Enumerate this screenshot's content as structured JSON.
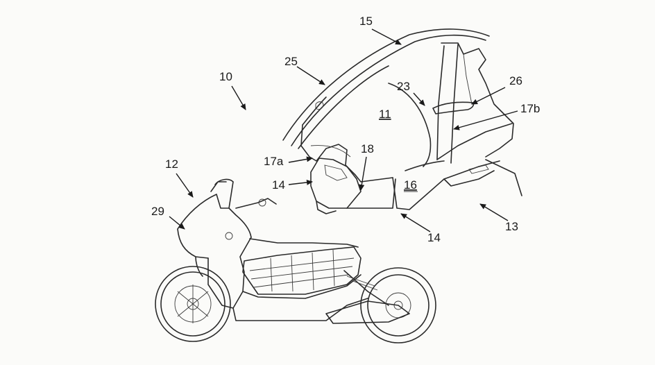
{
  "figure": {
    "labels": [
      {
        "id": "15",
        "text": "15"
      },
      {
        "id": "25",
        "text": "25"
      },
      {
        "id": "10",
        "text": "10"
      },
      {
        "id": "23",
        "text": "23"
      },
      {
        "id": "26",
        "text": "26"
      },
      {
        "id": "11",
        "text": "11"
      },
      {
        "id": "17b",
        "text": "17b"
      },
      {
        "id": "18",
        "text": "18"
      },
      {
        "id": "17a",
        "text": "17a"
      },
      {
        "id": "12",
        "text": "12"
      },
      {
        "id": "14a",
        "text": "14"
      },
      {
        "id": "16",
        "text": "16"
      },
      {
        "id": "29",
        "text": "29"
      },
      {
        "id": "13",
        "text": "13"
      },
      {
        "id": "14b",
        "text": "14"
      }
    ]
  }
}
